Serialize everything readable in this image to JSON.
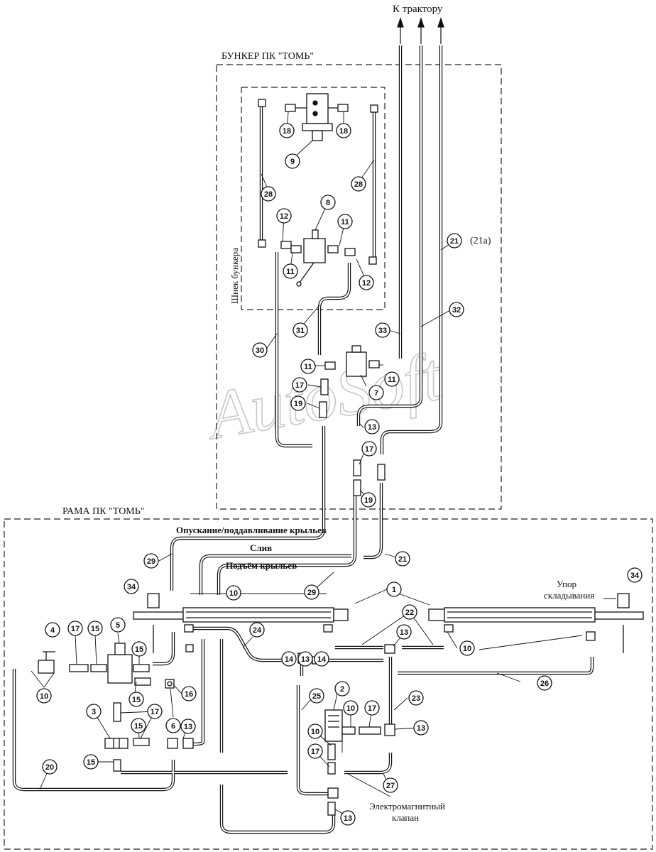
{
  "labels": {
    "to_tractor": "К трактору",
    "bunker_title": "БУНКЕР ПК  \"ТОМЬ\"",
    "frame_title": "РАМА ПК  \"ТОМЬ\"",
    "auger": "Шнек бункера",
    "lowering": "Опускание/поддавливание крыльев",
    "drain": "Слив",
    "lift": "Подъём крыльев",
    "stop_1": "Упор",
    "stop_2": "складывания",
    "valve_1": "Электромагнитный",
    "valve_2": "клапан",
    "label_21a": "(21а)",
    "watermark": "AutoSoft"
  },
  "callouts": [
    {
      "id": "c18a",
      "n": "18"
    },
    {
      "id": "c18b",
      "n": "18"
    },
    {
      "id": "c9",
      "n": "9"
    },
    {
      "id": "c28a",
      "n": "28"
    },
    {
      "id": "c28b",
      "n": "28"
    },
    {
      "id": "c8",
      "n": "8"
    },
    {
      "id": "c12a",
      "n": "12"
    },
    {
      "id": "c11a",
      "n": "11"
    },
    {
      "id": "c11b",
      "n": "11"
    },
    {
      "id": "c12b",
      "n": "12"
    },
    {
      "id": "c21a",
      "n": "21"
    },
    {
      "id": "c32",
      "n": "32"
    },
    {
      "id": "c31",
      "n": "31"
    },
    {
      "id": "c30",
      "n": "30"
    },
    {
      "id": "c33",
      "n": "33"
    },
    {
      "id": "c11c",
      "n": "11"
    },
    {
      "id": "c11d",
      "n": "11"
    },
    {
      "id": "c7",
      "n": "7"
    },
    {
      "id": "c17a",
      "n": "17"
    },
    {
      "id": "c19a",
      "n": "19"
    },
    {
      "id": "c13a",
      "n": "13"
    },
    {
      "id": "c17b",
      "n": "17"
    },
    {
      "id": "c19b",
      "n": "19"
    },
    {
      "id": "c29a",
      "n": "29"
    },
    {
      "id": "c21b",
      "n": "21"
    },
    {
      "id": "c29b",
      "n": "29"
    },
    {
      "id": "c1",
      "n": "1"
    },
    {
      "id": "c34a",
      "n": "34"
    },
    {
      "id": "c34b",
      "n": "34"
    },
    {
      "id": "c22",
      "n": "22"
    },
    {
      "id": "c10a",
      "n": "10"
    },
    {
      "id": "c13b",
      "n": "13"
    },
    {
      "id": "c10b",
      "n": "10"
    },
    {
      "id": "c4",
      "n": "4"
    },
    {
      "id": "c17c",
      "n": "17"
    },
    {
      "id": "c15a",
      "n": "15"
    },
    {
      "id": "c5",
      "n": "5"
    },
    {
      "id": "c15b",
      "n": "15"
    },
    {
      "id": "c24",
      "n": "24"
    },
    {
      "id": "c14a",
      "n": "14"
    },
    {
      "id": "c13c",
      "n": "13"
    },
    {
      "id": "c14b",
      "n": "14"
    },
    {
      "id": "c10c",
      "n": "10"
    },
    {
      "id": "c15c",
      "n": "15"
    },
    {
      "id": "c16",
      "n": "16"
    },
    {
      "id": "c25",
      "n": "25"
    },
    {
      "id": "c2",
      "n": "2"
    },
    {
      "id": "c23",
      "n": "23"
    },
    {
      "id": "c26",
      "n": "26"
    },
    {
      "id": "c3",
      "n": "3"
    },
    {
      "id": "c17d",
      "n": "17"
    },
    {
      "id": "c6",
      "n": "6"
    },
    {
      "id": "c15d",
      "n": "15"
    },
    {
      "id": "c13d",
      "n": "13"
    },
    {
      "id": "c10d",
      "n": "10"
    },
    {
      "id": "c17e",
      "n": "17"
    },
    {
      "id": "c13e",
      "n": "13"
    },
    {
      "id": "c10e",
      "n": "10"
    },
    {
      "id": "c15e",
      "n": "15"
    },
    {
      "id": "c20",
      "n": "20"
    },
    {
      "id": "c17f",
      "n": "17"
    },
    {
      "id": "c27",
      "n": "27"
    },
    {
      "id": "c13f",
      "n": "13"
    }
  ]
}
